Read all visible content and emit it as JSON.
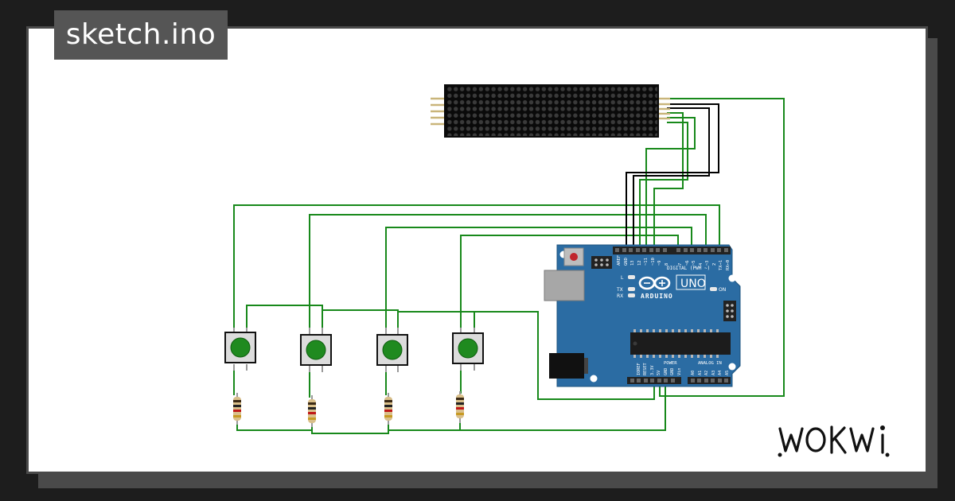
{
  "header": {
    "filename": "sketch.ino"
  },
  "brand": {
    "name": "WOKWI"
  },
  "colors": {
    "wire_signal": "#18891b",
    "wire_power": "#000000",
    "board": "#2b6ca3",
    "button_cap": "#1f8a1f"
  },
  "arduino": {
    "model": "UNO",
    "brand": "ARDUINO",
    "digital_label": "DIGITAL (PWM ~)",
    "power_label": "POWER",
    "analog_label": "ANALOG IN",
    "on_label": "ON",
    "led_l": "L",
    "led_tx": "TX",
    "led_rx": "RX",
    "digital_pins": [
      "AREF",
      "GND",
      "13",
      "12",
      "~11",
      "~10",
      "~9",
      "8",
      "7",
      "~6",
      "~5",
      "4",
      "~3",
      "2",
      "TX→1",
      "RX←0"
    ],
    "power_pins": [
      "IOREF",
      "RESET",
      "3.3V",
      "5V",
      "GND",
      "GND",
      "Vin"
    ],
    "analog_pins": [
      "A0",
      "A1",
      "A2",
      "A3",
      "A4",
      "A5"
    ]
  },
  "components": {
    "led_matrix": "max7219-matrix",
    "buttons": [
      "button-1",
      "button-2",
      "button-3",
      "button-4"
    ],
    "resistors": [
      "resistor-1",
      "resistor-2",
      "resistor-3",
      "resistor-4"
    ]
  }
}
